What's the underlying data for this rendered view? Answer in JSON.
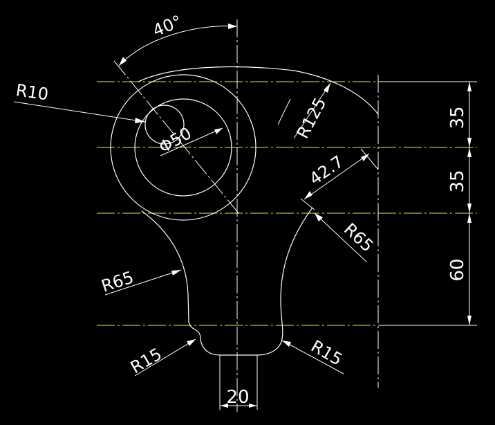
{
  "drawing": {
    "colors": {
      "background": "#000000",
      "geometry": "#ffffff",
      "centerline": "#e8e070"
    },
    "dimensions": {
      "angle": "40°",
      "r10": "R10",
      "d50": "Φ50",
      "r125": "R125",
      "len427": "42.7",
      "r65_right": "R65",
      "r65_left": "R65",
      "r15_left": "R15",
      "r15_right": "R15",
      "width20": "20",
      "v35_top": "35",
      "v35_mid": "35",
      "v60": "60"
    }
  }
}
